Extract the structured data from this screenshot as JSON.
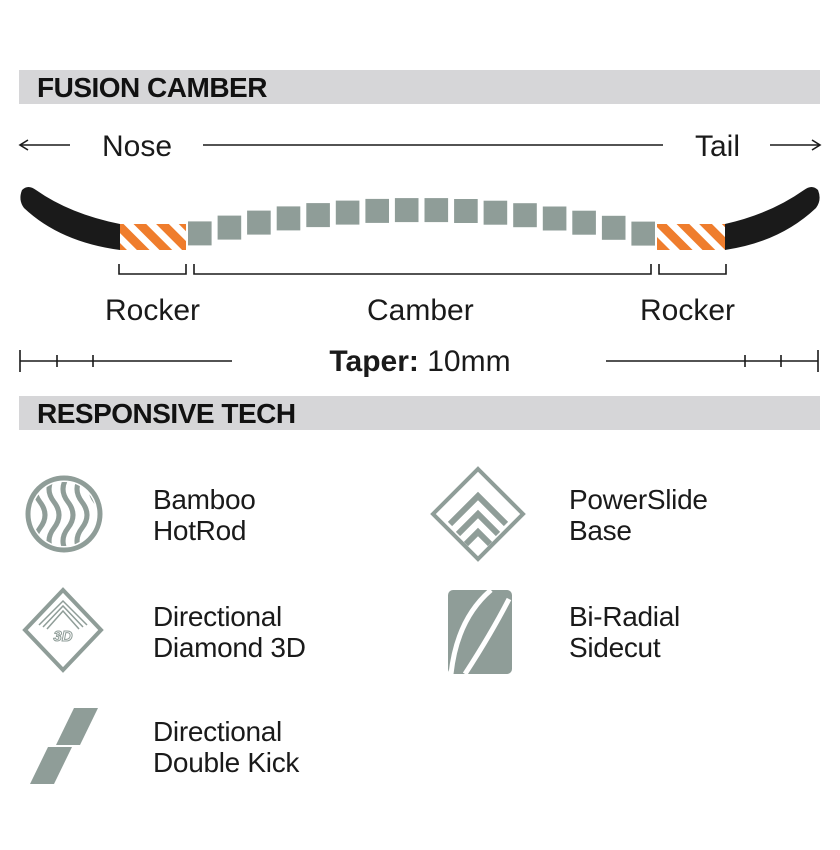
{
  "section1": {
    "title": "FUSION CAMBER"
  },
  "profile": {
    "nose_label": "Nose",
    "tail_label": "Tail",
    "rocker_left": "Rocker",
    "camber": "Camber",
    "rocker_right": "Rocker"
  },
  "taper": {
    "label": "Taper:",
    "value": "10mm"
  },
  "section2": {
    "title": "RESPONSIVE TECH"
  },
  "tech": [
    {
      "icon": "bamboo-hotrod-icon",
      "line1": "Bamboo",
      "line2": "HotRod"
    },
    {
      "icon": "powerslide-base-icon",
      "line1": "PowerSlide",
      "line2": "Base"
    },
    {
      "icon": "directional-diamond-3d-icon",
      "line1": "Directional",
      "line2": "Diamond 3D",
      "badge": "3D"
    },
    {
      "icon": "bi-radial-sidecut-icon",
      "line1": "Bi-Radial",
      "line2": "Sidecut"
    },
    {
      "icon": "directional-double-kick-icon",
      "line1": "Directional",
      "line2": "Double Kick"
    }
  ],
  "colors": {
    "black": "#1a1a1a",
    "orange": "#ef7d2d",
    "gray_green": "#8f9d98",
    "bar": "#d6d6d8"
  }
}
